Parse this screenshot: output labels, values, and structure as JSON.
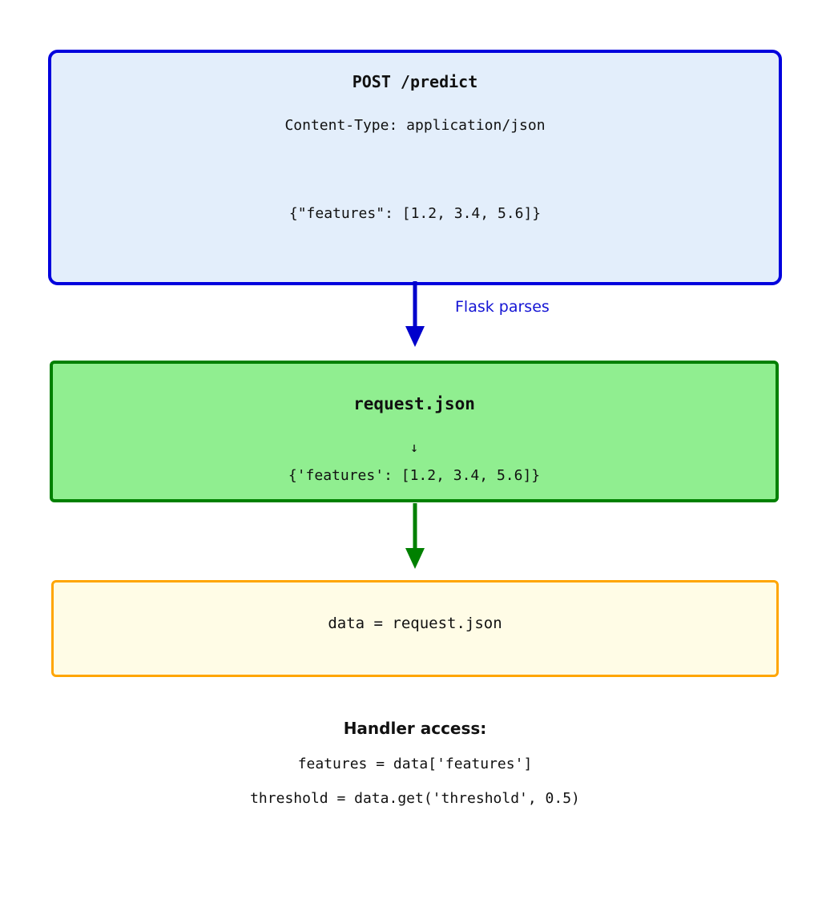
{
  "diagram": {
    "request_box": {
      "title": "POST /predict",
      "content_type": "Content-Type: application/json",
      "body": "{\"features\": [1.2, 3.4, 5.6]}",
      "fill_color": "#e3eefb",
      "border_color": "#0000dd"
    },
    "arrow1": {
      "label": "Flask parses",
      "color": "#0000cc"
    },
    "parsed_box": {
      "title": "request.json",
      "arrow_glyph": "↓",
      "body": "{'features': [1.2, 3.4, 5.6]}",
      "fill_color": "#90ee90",
      "border_color": "#008000"
    },
    "arrow2": {
      "color": "#008000"
    },
    "handler_box": {
      "code": "data = request.json",
      "fill_color": "#fffce6",
      "border_color": "#ffa500"
    },
    "handler_access": {
      "heading": "Handler access:",
      "lines": [
        "features = data['features']",
        "threshold = data.get('threshold', 0.5)"
      ]
    }
  }
}
